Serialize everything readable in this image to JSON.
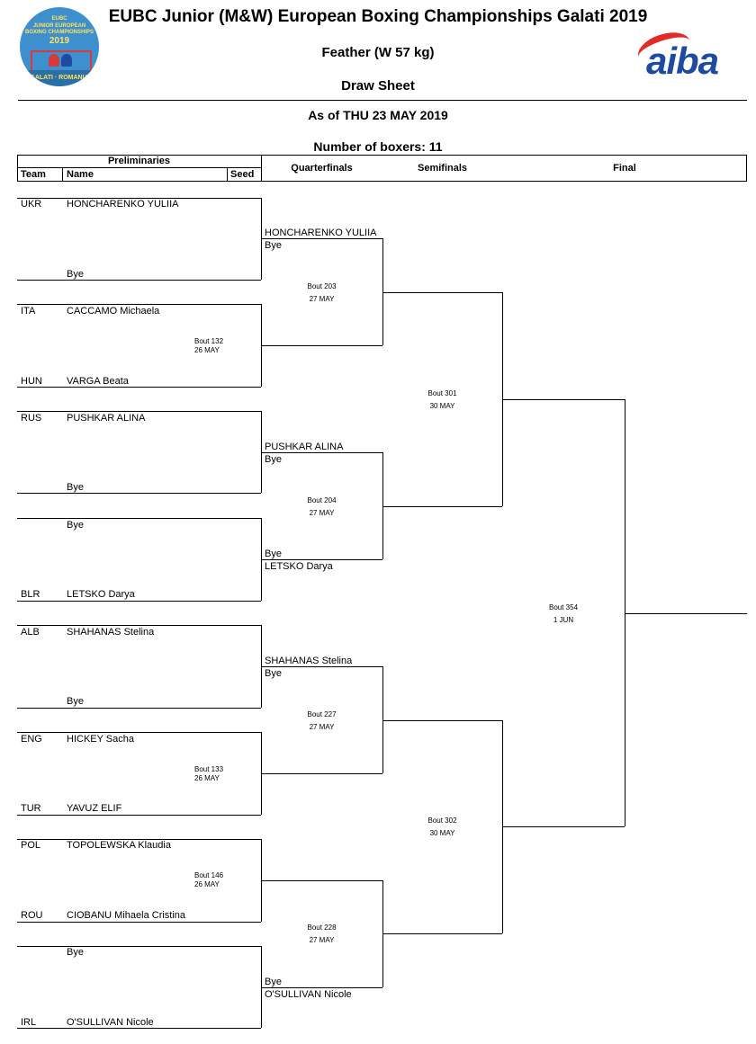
{
  "header": {
    "title": "EUBC Junior (M&W) European Boxing Championships Galati 2019",
    "weight_class": "Feather (W 57 kg)",
    "doc_type": "Draw Sheet",
    "as_of": "As of THU 23 MAY 2019",
    "num_boxers": "Number of boxers: 11"
  },
  "logo": {
    "line1": "EUBC",
    "line2": "JUNIOR EUROPEAN",
    "line3": "BOXING CHAMPIONSHIPS",
    "year": "2019",
    "city": "GALATI · ROMANIA",
    "colors": {
      "sky": "#3d8fcd",
      "ring": "#d63a3a",
      "text": "#ffe35a"
    }
  },
  "aiba": {
    "text": "aiba",
    "colors": {
      "blue": "#1e4aa0",
      "red": "#e32a2a"
    }
  },
  "columns": {
    "preliminaries": "Preliminaries",
    "team": "Team",
    "name": "Name",
    "seed": "Seed",
    "quarterfinals": "Quarterfinals",
    "semifinals": "Semifinals",
    "final": "Final"
  },
  "prelims": [
    {
      "team": "UKR",
      "name": "HONCHARENKO YULIIA"
    },
    {
      "team": "",
      "name": "Bye"
    },
    {
      "team": "ITA",
      "name": "CACCAMO Michaela"
    },
    {
      "team": "HUN",
      "name": "VARGA Beata"
    },
    {
      "team": "RUS",
      "name": "PUSHKAR ALINA"
    },
    {
      "team": "",
      "name": "Bye"
    },
    {
      "team": "",
      "name": "Bye"
    },
    {
      "team": "BLR",
      "name": "LETSKO Darya"
    },
    {
      "team": "ALB",
      "name": "SHAHANAS Stelina"
    },
    {
      "team": "",
      "name": "Bye"
    },
    {
      "team": "ENG",
      "name": "HICKEY Sacha"
    },
    {
      "team": "TUR",
      "name": "YAVUZ ELIF"
    },
    {
      "team": "POL",
      "name": "TOPOLEWSKA Klaudia"
    },
    {
      "team": "ROU",
      "name": "CIOBANU Mihaela Cristina"
    },
    {
      "team": "",
      "name": "Bye"
    },
    {
      "team": "IRL",
      "name": "O'SULLIVAN Nicole"
    }
  ],
  "prelim_bouts": [
    {
      "bout": "Bout 132",
      "date": "26 MAY"
    },
    {
      "bout": "Bout 133",
      "date": "26 MAY"
    },
    {
      "bout": "Bout 146",
      "date": "26 MAY"
    }
  ],
  "quarter_entries": [
    {
      "name": "HONCHARENKO YULIIA",
      "note": "Bye"
    },
    {
      "name": "PUSHKAR ALINA",
      "note": "Bye"
    },
    {
      "name": "LETSKO Darya",
      "note": "Bye"
    },
    {
      "name": "SHAHANAS Stelina",
      "note": "Bye"
    },
    {
      "name": "O'SULLIVAN Nicole",
      "note": "Bye"
    }
  ],
  "quarter_bouts": [
    {
      "bout": "Bout 203",
      "date": "27 MAY"
    },
    {
      "bout": "Bout 204",
      "date": "27 MAY"
    },
    {
      "bout": "Bout 227",
      "date": "27 MAY"
    },
    {
      "bout": "Bout 228",
      "date": "27 MAY"
    }
  ],
  "semi_bouts": [
    {
      "bout": "Bout 301",
      "date": "30 MAY"
    },
    {
      "bout": "Bout 302",
      "date": "30 MAY"
    }
  ],
  "final_bout": {
    "bout": "Bout 354",
    "date": "1 JUN"
  }
}
